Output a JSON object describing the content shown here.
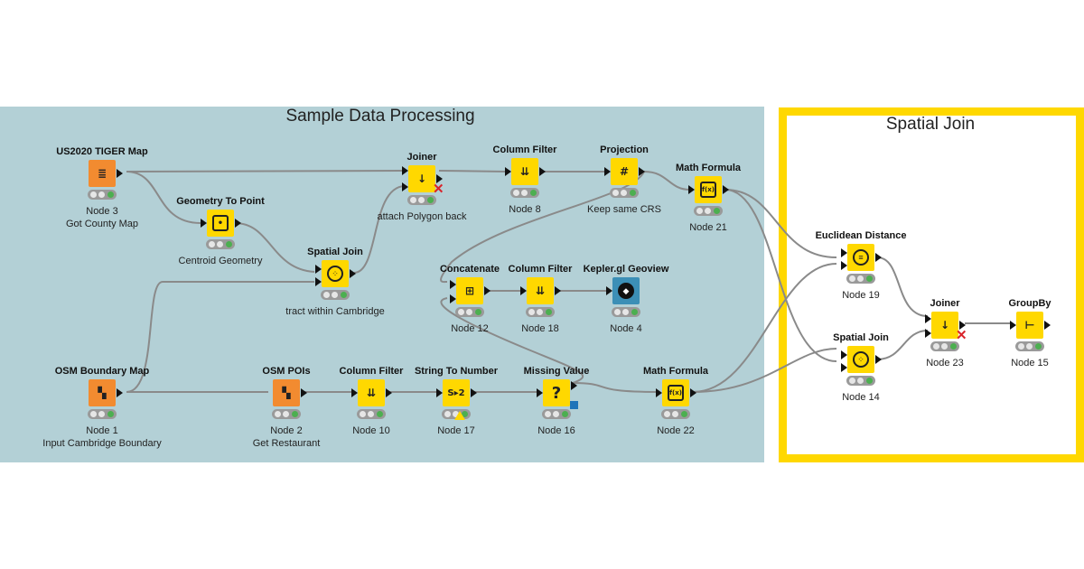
{
  "annotations": {
    "left_title": "Sample Data Processing",
    "right_title": "Spatial Join",
    "right_border_color": "#ffd800",
    "left_background": "#b3d0d6"
  },
  "nodes": {
    "n3": {
      "name": "US2020 TIGER Map",
      "label1": "Node 3",
      "label2": "Got County Map",
      "icon": "file-reader-icon"
    },
    "geo": {
      "name": "Geometry To Point",
      "label1": "Centroid Geometry",
      "icon": "geometry-to-point-icon"
    },
    "j1": {
      "name": "Joiner",
      "label1": "attach Polygon back",
      "icon": "joiner-icon"
    },
    "n8": {
      "name": "Column Filter",
      "label1": "Node 8",
      "icon": "column-filter-icon"
    },
    "proj": {
      "name": "Projection",
      "label1": "Keep same CRS",
      "icon": "projection-icon"
    },
    "n21": {
      "name": "Math Formula",
      "label1": "Node 21",
      "icon": "math-formula-icon",
      "glyph": "f(x)"
    },
    "sj1": {
      "name": "Spatial Join",
      "label1": "tract within Cambridge",
      "icon": "spatial-join-icon"
    },
    "n12": {
      "name": "Concatenate",
      "label1": "Node 12",
      "icon": "concatenate-icon"
    },
    "n18": {
      "name": "Column Filter",
      "label1": "Node 18",
      "icon": "column-filter-icon"
    },
    "n4": {
      "name": "Kepler.gl Geoview",
      "label1": "Node 4",
      "icon": "kepler-icon"
    },
    "n1": {
      "name": "OSM Boundary Map",
      "label1": "Node 1",
      "label2": "Input Cambridge Boundary",
      "icon": "osm-icon"
    },
    "n2": {
      "name": "OSM POIs",
      "label1": "Node 2",
      "label2": "Get Restaurant",
      "icon": "osm-icon"
    },
    "n10": {
      "name": "Column Filter",
      "label1": "Node 10",
      "icon": "column-filter-icon"
    },
    "n17": {
      "name": "String To Number",
      "label1": "Node 17",
      "icon": "string-to-number-icon",
      "glyph": "S▸2"
    },
    "n16": {
      "name": "Missing Value",
      "label1": "Node 16",
      "icon": "missing-value-icon",
      "glyph": "?"
    },
    "n22": {
      "name": "Math Formula",
      "label1": "Node 22",
      "icon": "math-formula-icon",
      "glyph": "f(x)"
    },
    "n19": {
      "name": "Euclidean Distance",
      "label1": "Node 19",
      "icon": "euclidean-distance-icon"
    },
    "n14": {
      "name": "Spatial Join",
      "label1": "Node 14",
      "icon": "spatial-join-icon"
    },
    "n23": {
      "name": "Joiner",
      "label1": "Node 23",
      "icon": "joiner-icon"
    },
    "n15": {
      "name": "GroupBy",
      "label1": "Node 15",
      "icon": "groupby-icon"
    }
  }
}
